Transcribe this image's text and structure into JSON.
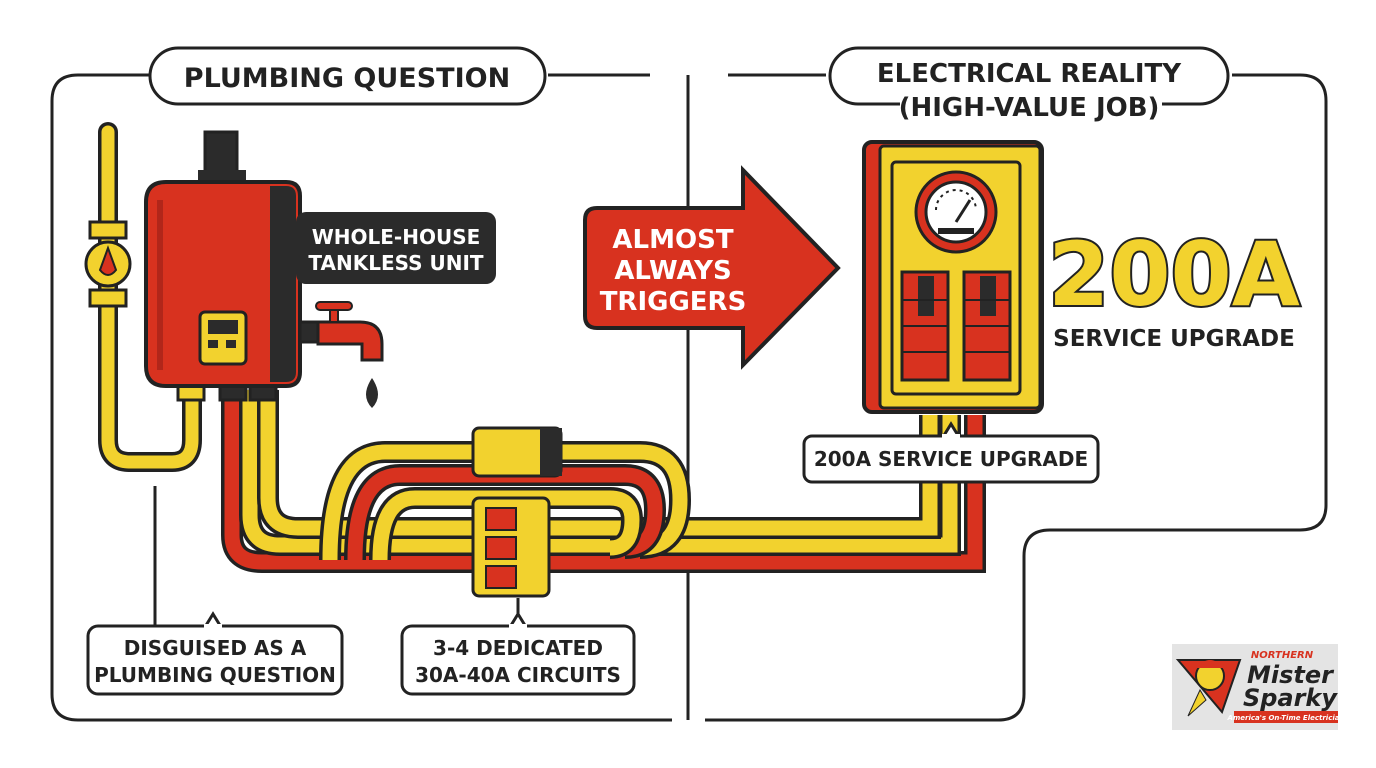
{
  "left_panel": {
    "title": "PLUMBING QUESTION",
    "heater_label_line1": "WHOLE-HOUSE",
    "heater_label_line2": "TANKLESS UNIT",
    "callout_plumbing_line1": "DISGUISED AS A",
    "callout_plumbing_line2": "PLUMBING QUESTION",
    "callout_circuits_line1": "3-4 DEDICATED",
    "callout_circuits_line2": "30A-40A CIRCUITS"
  },
  "arrow": {
    "line1": "ALMOST",
    "line2": "ALWAYS",
    "line3": "TRIGGERS"
  },
  "right_panel": {
    "title_line1": "ELECTRICAL REALITY",
    "title_line2": "(HIGH-VALUE JOB)",
    "big_amperage": "200A",
    "big_subtitle": "SERVICE UPGRADE",
    "panel_callout": "200A SERVICE UPGRADE"
  },
  "logo": {
    "line1": "NORTHERN",
    "line2": "Mister",
    "line3": "Sparky",
    "tagline": "America's On-Time Electrician"
  },
  "colors": {
    "outline": "#222222",
    "red": "#d8321f",
    "dark_red": "#b1261a",
    "yellow": "#f2d22e",
    "dark_gray": "#2b2b2b",
    "white": "#ffffff"
  },
  "icons": [
    "water-heater-icon",
    "gas-valve-icon",
    "faucet-icon",
    "water-drop-icon",
    "breaker-panel-icon",
    "gauge-icon",
    "junction-box-icon",
    "mascot-icon"
  ]
}
